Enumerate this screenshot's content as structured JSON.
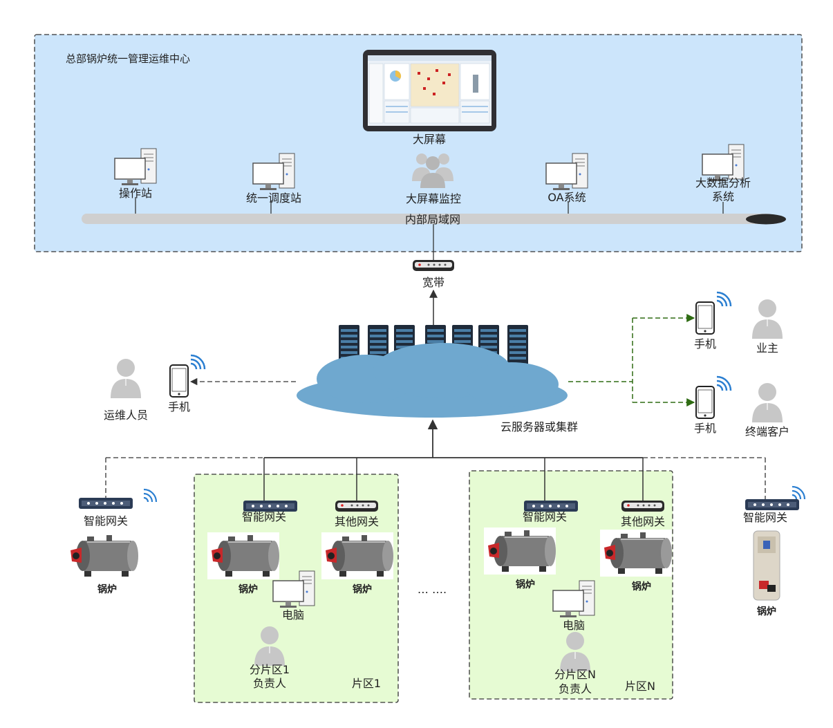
{
  "hq": {
    "title": "总部锅炉统一管理运维中心",
    "big_screen": "大屏幕",
    "stations": [
      "操作站",
      "统一调度站",
      "大屏幕监控",
      "OA系统",
      "大数据分析",
      "系统"
    ],
    "lan": "内部局域网"
  },
  "broadband": "宽带",
  "cloud": "云服务器或集群",
  "ops": {
    "person": "运维人员",
    "phone": "手机"
  },
  "owner": {
    "phone": "手机",
    "person": "业主"
  },
  "customer": {
    "phone": "手机",
    "person": "终端客户"
  },
  "left_gateway": {
    "gateway": "智能网关",
    "boiler": "锅炉"
  },
  "right_gateway": {
    "gateway": "智能网关",
    "boiler": "锅炉"
  },
  "zone1": {
    "gateway": "智能网关",
    "other_gateway": "其他网关",
    "boiler1": "锅炉",
    "boiler2": "锅炉",
    "computer": "电脑",
    "manager_line1": "分片区1",
    "manager_line2": "负责人",
    "name": "片区1"
  },
  "zoneN": {
    "gateway": "智能网关",
    "other_gateway": "其他网关",
    "boiler1": "锅炉",
    "boiler2": "锅炉",
    "computer": "电脑",
    "manager_line1": "分片区N",
    "manager_line2": "负责人",
    "name": "片区N"
  },
  "ellipsis": "… ….",
  "colors": {
    "hq_bg": "#cce5fb",
    "zone_bg": "#e6fbd3",
    "cloud": "#6fa8cf",
    "lan_bar": "#cfcfcf",
    "dashed_green": "#2e6b12",
    "dashed_dark": "#333333"
  }
}
